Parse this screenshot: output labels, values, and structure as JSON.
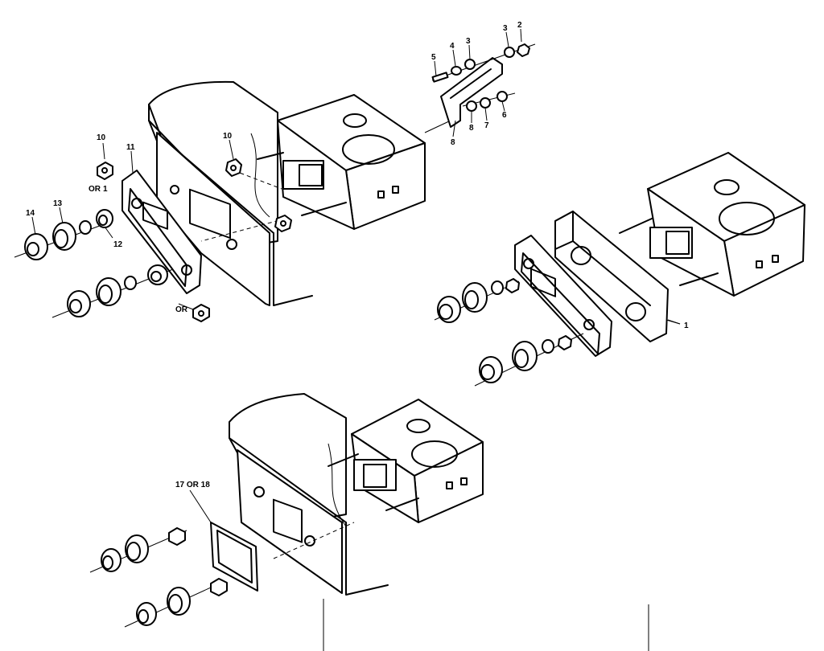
{
  "callouts": {
    "c1": "1",
    "c2": "2",
    "c3a": "3",
    "c3b": "3",
    "c4": "4",
    "c5": "5",
    "c6": "6",
    "c7": "7",
    "c8a": "8",
    "c8b": "8",
    "c10a": "10",
    "c10b": "10",
    "c11": "11",
    "c12": "12",
    "c13": "13",
    "c14": "14",
    "or1": "OR",
    "or2": "OR",
    "c1718": "17 OR 18"
  }
}
